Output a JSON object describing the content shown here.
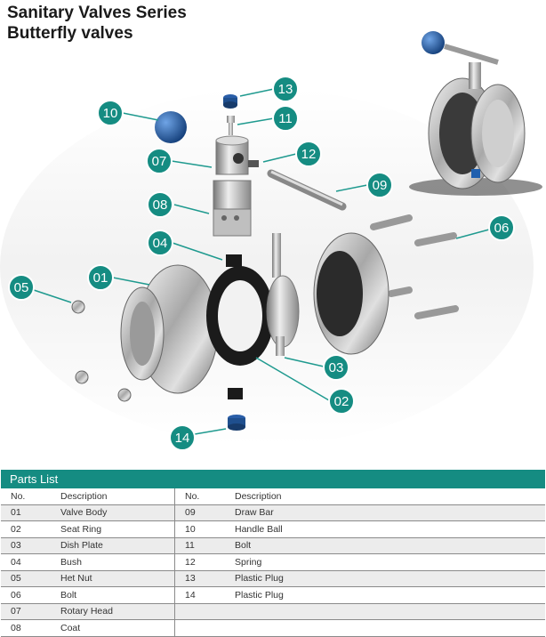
{
  "header": {
    "title_line1": "Sanitary Valves Series",
    "title_line2": "Butterfly valves"
  },
  "callouts": [
    "13",
    "11",
    "10",
    "07",
    "12",
    "09",
    "08",
    "04",
    "06",
    "05",
    "01",
    "03",
    "02",
    "14"
  ],
  "colors": {
    "accent": "#158c82",
    "handle_ball": "#1f5fae"
  },
  "parts_list": {
    "title": "Parts List",
    "col_no": "No.",
    "col_desc": "Description",
    "left": [
      {
        "no": "01",
        "desc": "Valve Body"
      },
      {
        "no": "02",
        "desc": "Seat Ring"
      },
      {
        "no": "03",
        "desc": "Dish Plate"
      },
      {
        "no": "04",
        "desc": "Bush"
      },
      {
        "no": "05",
        "desc": "Het Nut"
      },
      {
        "no": "06",
        "desc": "Bolt"
      },
      {
        "no": "07",
        "desc": "Rotary Head"
      },
      {
        "no": "08",
        "desc": "Coat"
      }
    ],
    "right": [
      {
        "no": "09",
        "desc": "Draw Bar"
      },
      {
        "no": "10",
        "desc": "Handle Ball"
      },
      {
        "no": "11",
        "desc": "Bolt"
      },
      {
        "no": "12",
        "desc": "Spring"
      },
      {
        "no": "13",
        "desc": "Plastic Plug"
      },
      {
        "no": "14",
        "desc": "Plastic Plug"
      },
      {
        "no": "",
        "desc": ""
      },
      {
        "no": "",
        "desc": ""
      }
    ]
  }
}
